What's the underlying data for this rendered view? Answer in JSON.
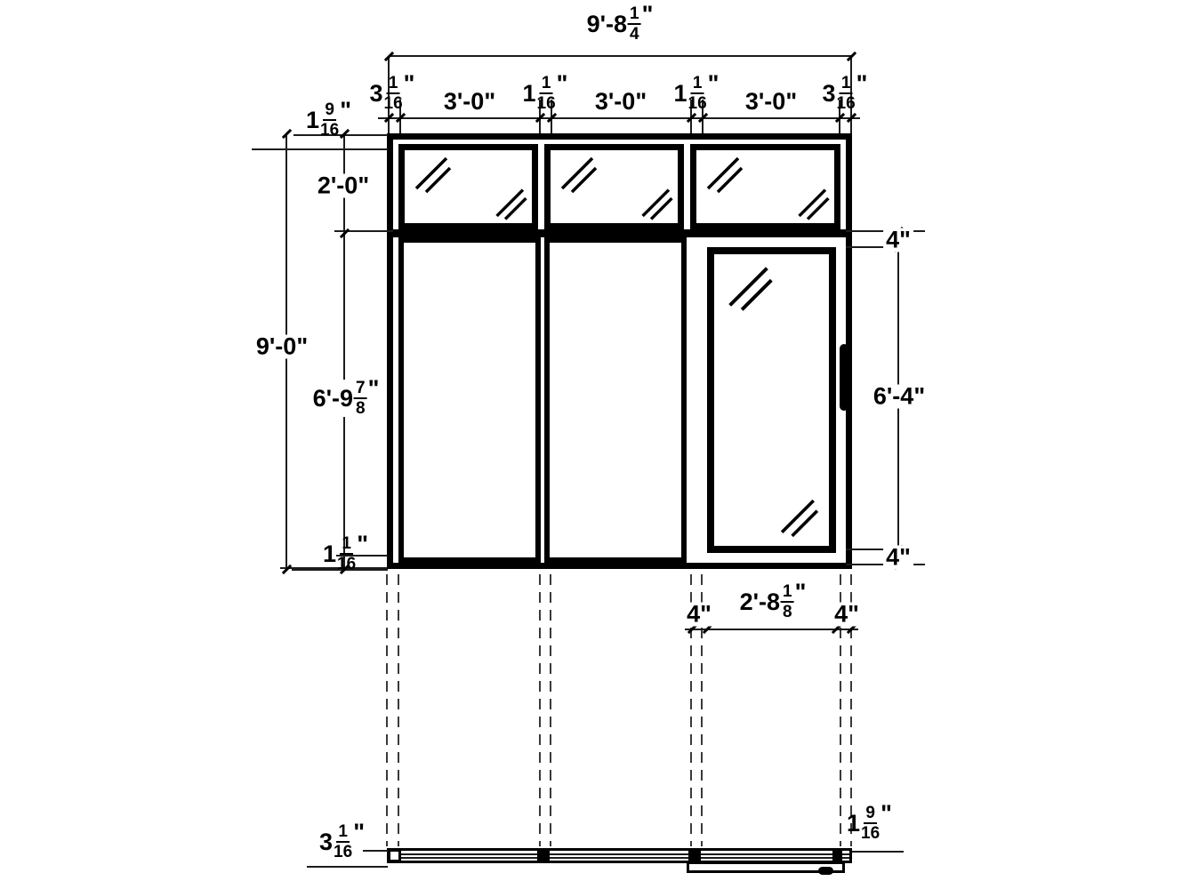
{
  "labels": {
    "overall_width": {
      "pre": "9'-8",
      "num": "1",
      "den": "4",
      "unit": "\""
    },
    "left_end_gap": {
      "pre": "3",
      "num": "1",
      "den": "16",
      "unit": "\""
    },
    "transom1_width": {
      "text": "3'-0\""
    },
    "mullion1_width": {
      "pre": "1",
      "num": "1",
      "den": "16",
      "unit": "\""
    },
    "transom2_width": {
      "text": "3'-0\""
    },
    "mullion2_width": {
      "pre": "1",
      "num": "1",
      "den": "16",
      "unit": "\""
    },
    "transom3_width": {
      "text": "3'-0\""
    },
    "right_end_gap": {
      "pre": "3",
      "num": "1",
      "den": "16",
      "unit": "\""
    },
    "head_frame_height": {
      "pre": "1",
      "num": "9",
      "den": "16",
      "unit": "\""
    },
    "transom_height": {
      "text": "2'-0\""
    },
    "overall_height": {
      "text": "9'-0\""
    },
    "lower_section_height": {
      "pre": "6'-9",
      "num": "7",
      "den": "8",
      "unit": "\""
    },
    "sill_frame_height": {
      "pre": "1",
      "num": "1",
      "den": "16",
      "unit": "\""
    },
    "door_top_rail": {
      "text": "4\""
    },
    "door_glass_height": {
      "text": "6'-4\""
    },
    "door_bottom_rail": {
      "text": "4\""
    },
    "door_left_stile": {
      "text": "4\""
    },
    "door_width": {
      "pre": "2'-8",
      "num": "1",
      "den": "8",
      "unit": "\""
    },
    "door_right_stile": {
      "text": "4\""
    },
    "plan_frame_depth": {
      "pre": "3",
      "num": "1",
      "den": "16",
      "unit": "\""
    },
    "plan_panel_thickness": {
      "pre": "1",
      "num": "9",
      "den": "16",
      "unit": "\""
    }
  }
}
